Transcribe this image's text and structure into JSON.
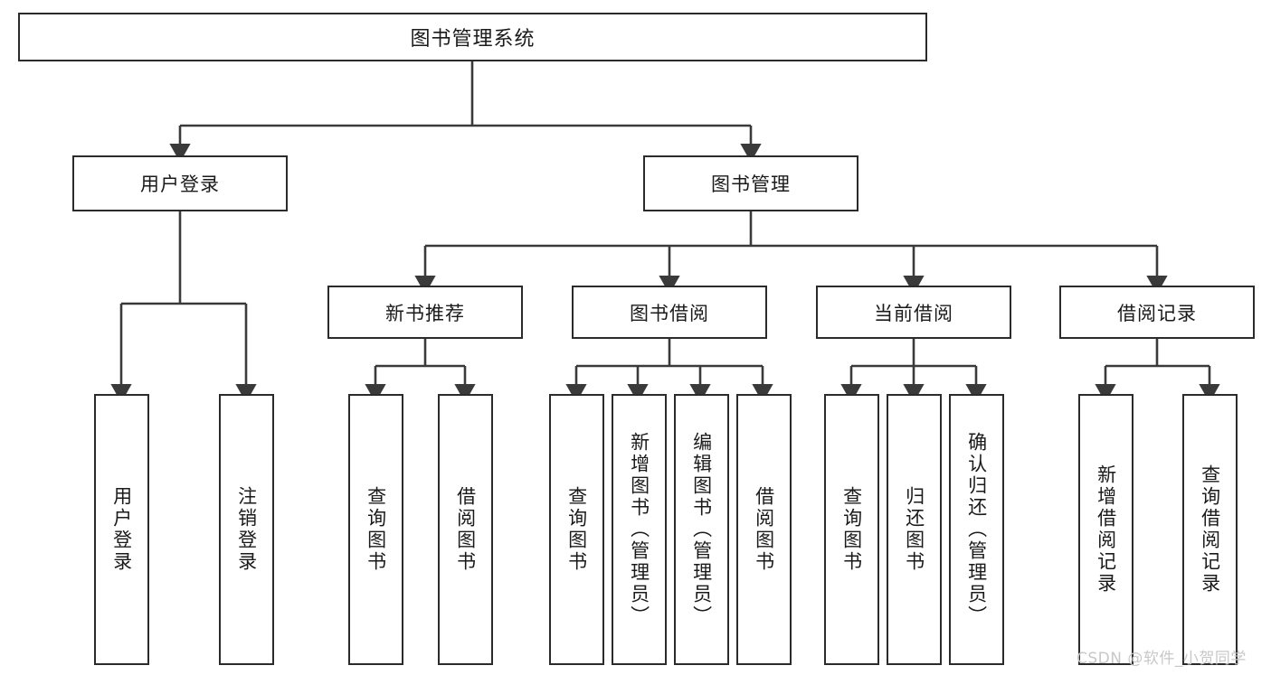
{
  "diagram": {
    "title": "图书管理系统",
    "type": "tree-hierarchy",
    "orientation": "top-down",
    "watermark": "CSDN @软件_小贺同学",
    "colors": {
      "box_border": "#2b2b2b",
      "box_fill": "#ffffff",
      "edge": "#3a3a3a",
      "text": "#1a1a1a",
      "watermark": "#c8c8c8",
      "background": "#ffffff"
    },
    "levels": [
      {
        "level": 0,
        "nodes": [
          {
            "id": "root",
            "label": "图书管理系统"
          }
        ]
      },
      {
        "level": 1,
        "nodes": [
          {
            "id": "login",
            "label": "用户登录",
            "parent": "root"
          },
          {
            "id": "bookmgmt",
            "label": "图书管理",
            "parent": "root"
          }
        ]
      },
      {
        "level": 2,
        "nodes": [
          {
            "id": "newbook",
            "label": "新书推荐",
            "parent": "bookmgmt"
          },
          {
            "id": "borrow",
            "label": "图书借阅",
            "parent": "bookmgmt"
          },
          {
            "id": "current",
            "label": "当前借阅",
            "parent": "bookmgmt"
          },
          {
            "id": "record",
            "label": "借阅记录",
            "parent": "bookmgmt"
          }
        ]
      },
      {
        "level": 3,
        "nodes": [
          {
            "id": "leaf1",
            "label": "用户登录",
            "parent": "login"
          },
          {
            "id": "leaf2",
            "label": "注销登录",
            "parent": "login"
          },
          {
            "id": "leaf3",
            "label": "查询图书",
            "parent": "newbook"
          },
          {
            "id": "leaf4",
            "label": "借阅图书",
            "parent": "newbook"
          },
          {
            "id": "leaf5",
            "label": "查询图书",
            "parent": "borrow"
          },
          {
            "id": "leaf6",
            "label": "新增图书（管理员）",
            "parent": "borrow"
          },
          {
            "id": "leaf7",
            "label": "编辑图书（管理员）",
            "parent": "borrow"
          },
          {
            "id": "leaf8",
            "label": "借阅图书",
            "parent": "borrow"
          },
          {
            "id": "leaf9",
            "label": "查询图书",
            "parent": "current"
          },
          {
            "id": "leaf10",
            "label": "归还图书",
            "parent": "current"
          },
          {
            "id": "leaf11",
            "label": "确认归还（管理员）",
            "parent": "current"
          },
          {
            "id": "leaf12",
            "label": "新增借阅记录",
            "parent": "record"
          },
          {
            "id": "leaf13",
            "label": "查询借阅记录",
            "parent": "record"
          }
        ]
      }
    ]
  }
}
